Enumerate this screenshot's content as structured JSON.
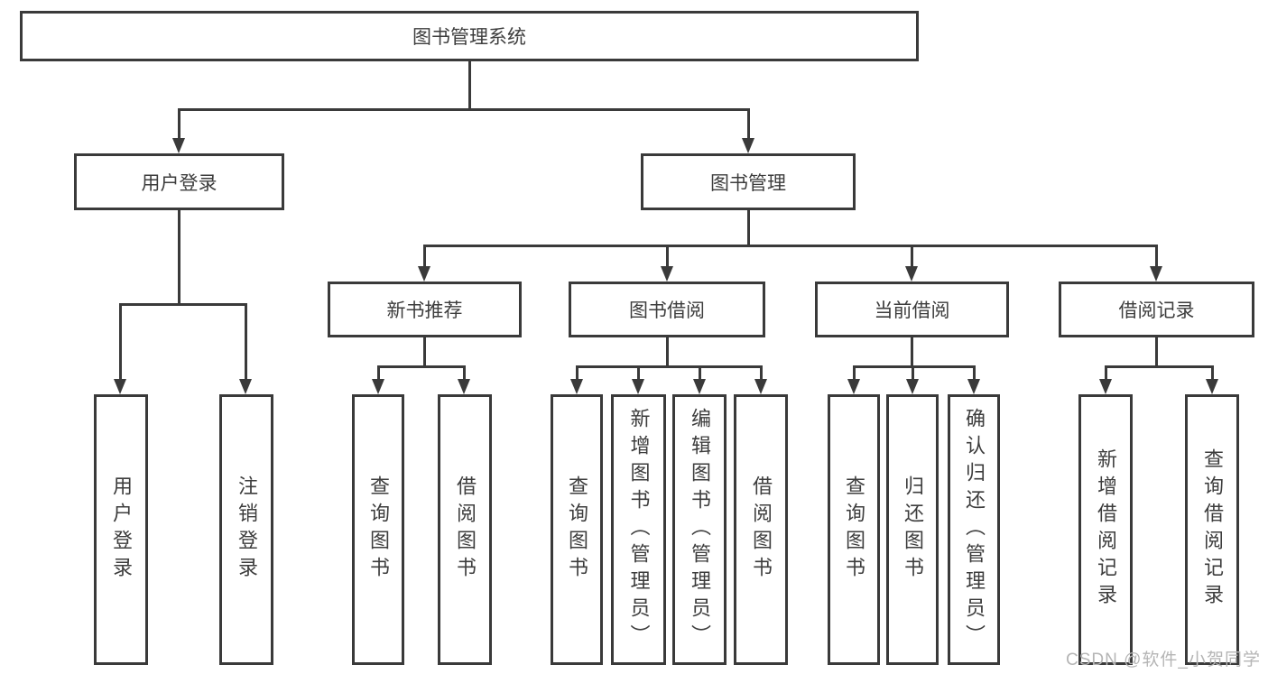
{
  "diagram": {
    "tree": {
      "root": {
        "label": "图书管理系统",
        "children": [
          {
            "label": "用户登录",
            "children": [
              {
                "label": "用户登录"
              },
              {
                "label": "注销登录"
              }
            ]
          },
          {
            "label": "图书管理",
            "children": [
              {
                "label": "新书推荐",
                "children": [
                  {
                    "label": "查询图书"
                  },
                  {
                    "label": "借阅图书"
                  }
                ]
              },
              {
                "label": "图书借阅",
                "children": [
                  {
                    "label": "查询图书"
                  },
                  {
                    "label": "新增图书（管理员）"
                  },
                  {
                    "label": "编辑图书（管理员）"
                  },
                  {
                    "label": "借阅图书"
                  }
                ]
              },
              {
                "label": "当前借阅",
                "children": [
                  {
                    "label": "查询图书"
                  },
                  {
                    "label": "归还图书"
                  },
                  {
                    "label": "确认归还（管理员）"
                  }
                ]
              },
              {
                "label": "借阅记录",
                "children": [
                  {
                    "label": "新增借阅记录"
                  },
                  {
                    "label": "查询借阅记录"
                  }
                ]
              }
            ]
          }
        ]
      }
    },
    "colors": {
      "line": "#3a3a3a",
      "text": "#3d3d3d",
      "background": "#ffffff",
      "watermark_color": "#b5b5b5"
    }
  },
  "watermark": {
    "text": "CSDN @软件_小贺同学"
  }
}
